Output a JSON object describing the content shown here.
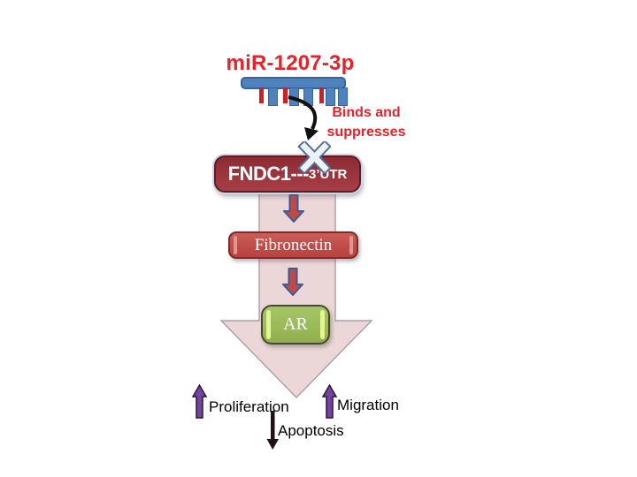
{
  "mirna": {
    "name": "miR-1207-3p"
  },
  "binds": {
    "line1": "Binds and",
    "line2": "suppresses"
  },
  "gene": {
    "name": "FNDC1---",
    "suffix": "3’UTR"
  },
  "nodes": {
    "fibronectin": "Fibronectin",
    "ar": "AR"
  },
  "outcomes": {
    "proliferation": {
      "label": "Proliferation",
      "direction": "up"
    },
    "migration": {
      "label": "Migration",
      "direction": "up"
    },
    "apoptosis": {
      "label": "Apoptosis",
      "direction": "down"
    }
  },
  "icons": {
    "comb": "mirna-binding-comb-icon",
    "binds_arrow": "curved-black-arrow-icon",
    "cross": "x-suppression-icon",
    "step_arrows": "red-blue-down-arrow-icon",
    "big_arrow": "big-pink-down-arrow-icon",
    "up_arrow": "purple-up-arrow-icon",
    "down_arrow": "dark-down-arrow-icon"
  },
  "colors": {
    "mirna-red": "#e4232b",
    "comb-blue": "#4f81bd",
    "comb-blue-border": "#39639c",
    "tooth-red": "#cd2026",
    "gene-box-top": "#8c2b33",
    "gene-box-bottom": "#a73e45",
    "gene-box-border": "#5f1b21",
    "fibronectin-fill": "#c0504d",
    "fibronectin-border": "#732f2d",
    "ar-fill": "#9bbb59",
    "ar-border": "#474a26",
    "big-arrow-fill": "#ebd7d8",
    "big-arrow-border": "#a69093",
    "step-arrow-fill": "#be4b48",
    "step-arrow-border": "#3c5a96",
    "outcome-purple": "#7442a0",
    "outcome-purple-light": "#9a6cc0",
    "outcome-purple-border": "#2a1638",
    "apoptosis-dark": "#20101a",
    "label-black": "#000000",
    "cross-light": "#edf2f9",
    "cross-border": "#51709f",
    "arrow-black": "#111111"
  }
}
